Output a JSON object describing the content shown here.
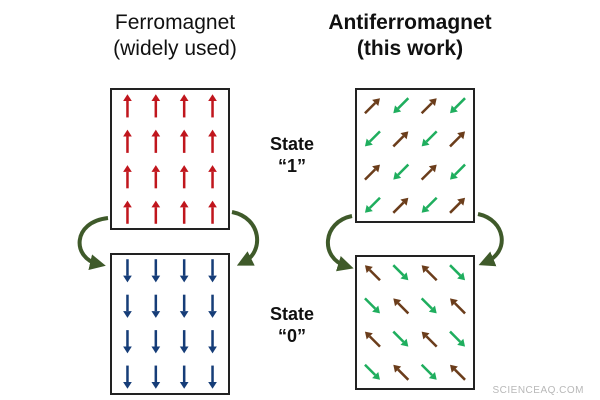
{
  "ferromagnet": {
    "title": "Ferromagnet",
    "subtitle": "(widely used)"
  },
  "antiferromagnet": {
    "title": "Antiferromagnet",
    "subtitle": "(this work)"
  },
  "states": {
    "one": {
      "label": "State",
      "value": "“1”"
    },
    "zero": {
      "label": "State",
      "value": "“0”"
    }
  },
  "grid": {
    "rows": 4,
    "cols": 4
  },
  "colors": {
    "ferro_up": "#c0161d",
    "ferro_down": "#163d78",
    "afm_brown": "#6b3d1b",
    "afm_green": "#1fae5e",
    "cycle_arrow": "#3f5a2a"
  },
  "icons": {
    "spin_up": "arrow-up-icon",
    "spin_down": "arrow-down-icon",
    "afm_state_1": "diagonal-ne-sw-icon",
    "afm_state_0": "diagonal-nw-se-icon",
    "switch": "curved-cycle-arrow-icon"
  },
  "watermark": "SCIENCEAQ.COM"
}
